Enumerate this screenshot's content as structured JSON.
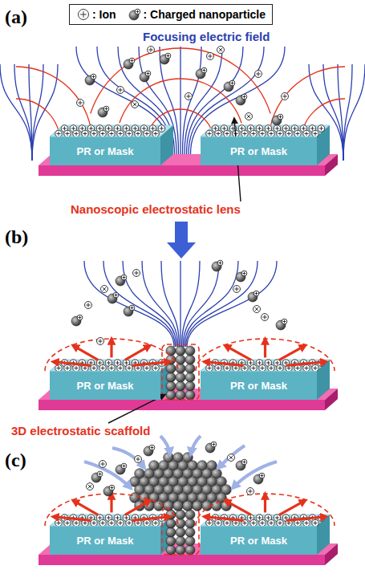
{
  "diagram": {
    "nodes": [
      {
        "text": [
          "PR or Mask"
        ]
      },
      {
        "text": [
          "PR or Mask"
        ]
      },
      {
        "text": [
          "PR or Mask"
        ]
      },
      {
        "text": [
          "PR or Mask"
        ]
      },
      {
        "text": [
          "PR or Mask"
        ]
      },
      {
        "text": [
          "PR or Mask"
        ]
      }
    ],
    "labels": [
      "(a)",
      "Focusing electric field",
      "Nanoscopic electrostatic lens",
      "(b)",
      "3D electrostatic scaffold",
      "(c)"
    ],
    "legend": [
      {
        "text": ": Ion"
      },
      {
        "text": ": Charged nanoparticle"
      }
    ]
  }
}
